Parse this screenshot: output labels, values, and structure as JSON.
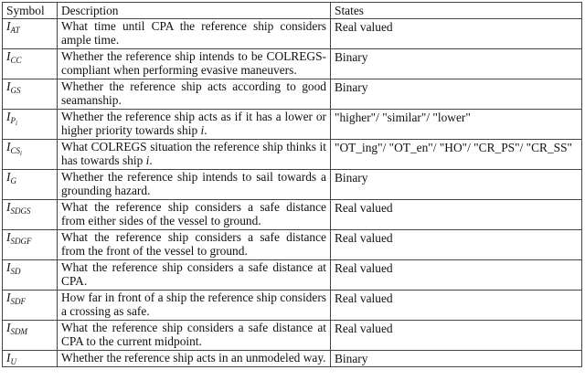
{
  "headers": {
    "symbol": "Symbol",
    "description": "Description",
    "states": "States"
  },
  "rows": [
    {
      "sym_base": "I",
      "sym_sub": "AT",
      "sym_subsub": "",
      "description": "What time until CPA the reference ship considers ample time.",
      "states": "Real valued"
    },
    {
      "sym_base": "I",
      "sym_sub": "CC",
      "sym_subsub": "",
      "description": "Whether the reference ship intends to be COLREGS-compliant when performing evasive maneuvers.",
      "states": "Binary"
    },
    {
      "sym_base": "I",
      "sym_sub": "GS",
      "sym_subsub": "",
      "description": "Whether the reference ship acts according to good seamanship.",
      "states": "Binary"
    },
    {
      "sym_base": "I",
      "sym_sub": "P",
      "sym_subsub": "i",
      "description": "Whether the reference ship acts as if it has a lower or higher priority towards ship i.",
      "states": "\"higher\"/ \"similar\"/ \"lower\""
    },
    {
      "sym_base": "I",
      "sym_sub": "CS",
      "sym_subsub": "i",
      "description": "What COLREGS situation the reference ship thinks it has towards ship i.",
      "states": "\"OT_ing\"/ \"OT_en\"/ \"HO\"/ \"CR_PS\"/ \"CR_SS\""
    },
    {
      "sym_base": "I",
      "sym_sub": "G",
      "sym_subsub": "",
      "description": "Whether the reference ship intends to sail towards a grounding hazard.",
      "states": "Binary"
    },
    {
      "sym_base": "I",
      "sym_sub": "SDGS",
      "sym_subsub": "",
      "description": "What the reference ship considers a safe distance from either sides of the vessel to ground.",
      "states": "Real valued"
    },
    {
      "sym_base": "I",
      "sym_sub": "SDGF",
      "sym_subsub": "",
      "description": "What the reference ship considers a safe distance from the front of the vessel to ground.",
      "states": "Real valued"
    },
    {
      "sym_base": "I",
      "sym_sub": "SD",
      "sym_subsub": "",
      "description": "What the reference ship considers a safe distance at CPA.",
      "states": "Real valued"
    },
    {
      "sym_base": "I",
      "sym_sub": "SDF",
      "sym_subsub": "",
      "description": "How far in front of a ship the reference ship considers a crossing as safe.",
      "states": "Real valued"
    },
    {
      "sym_base": "I",
      "sym_sub": "SDM",
      "sym_subsub": "",
      "description": "What the reference ship considers a safe distance at CPA to the current midpoint.",
      "states": "Real valued"
    },
    {
      "sym_base": "I",
      "sym_sub": "U",
      "sym_subsub": "",
      "description": "Whether the reference ship acts in an unmodeled way.",
      "states": "Binary"
    }
  ]
}
